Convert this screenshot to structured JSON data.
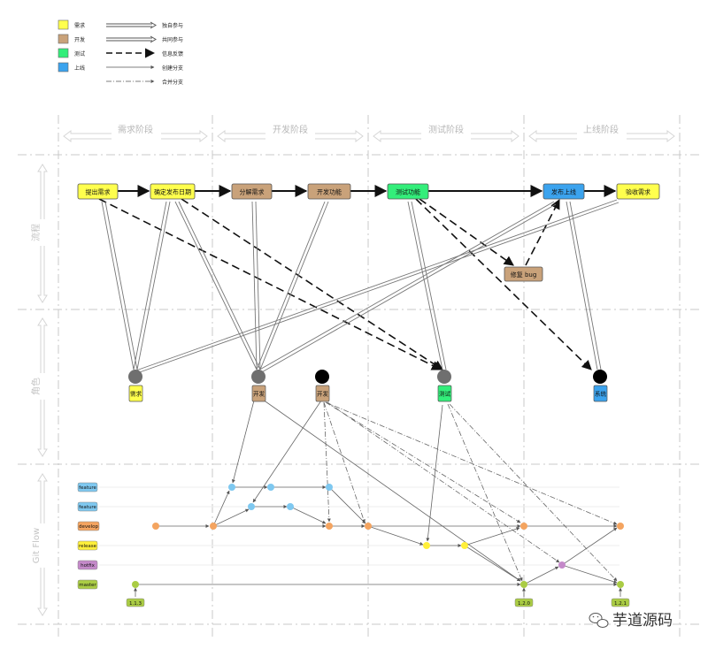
{
  "legend": {
    "colors": [
      {
        "label": "需求",
        "color": "#ffff4d"
      },
      {
        "label": "开发",
        "color": "#c9a27a"
      },
      {
        "label": "测试",
        "color": "#33ee7a"
      },
      {
        "label": "上线",
        "color": "#3ba3ee"
      }
    ],
    "lines": [
      {
        "label": "独自参与"
      },
      {
        "label": "共同参与"
      },
      {
        "label": "信息反馈"
      },
      {
        "label": "创建分支"
      },
      {
        "label": "合并分支"
      }
    ]
  },
  "stages": [
    "需求阶段",
    "开发阶段",
    "测试阶段",
    "上线阶段"
  ],
  "rows": [
    "流程",
    "角色",
    "Git Flow"
  ],
  "process": {
    "p1": "提出需求",
    "p2": "确定发布日期",
    "p3": "分解需求",
    "p4": "开发功能",
    "p5": "测试功能",
    "p6": "发布上线",
    "p7": "验收需求",
    "bug": "修复 bug"
  },
  "roles": {
    "req": "需求",
    "dev1": "开发",
    "dev2": "开发",
    "test": "测试",
    "sys": "系统"
  },
  "branches": [
    "feature",
    "feature",
    "develop",
    "release",
    "hotfix",
    "master"
  ],
  "tags": [
    "1.1.3",
    "1.2.0",
    "1.2.1"
  ],
  "watermark": "芋道源码",
  "colors": {
    "req": "#ffff4d",
    "dev": "#c9a27a",
    "test": "#33ee7a",
    "online": "#3ba3ee",
    "feature": "#7ec8f0",
    "develop": "#f4a460",
    "release": "#ffef3a",
    "hotfix": "#c489c9",
    "master": "#aacc44"
  }
}
